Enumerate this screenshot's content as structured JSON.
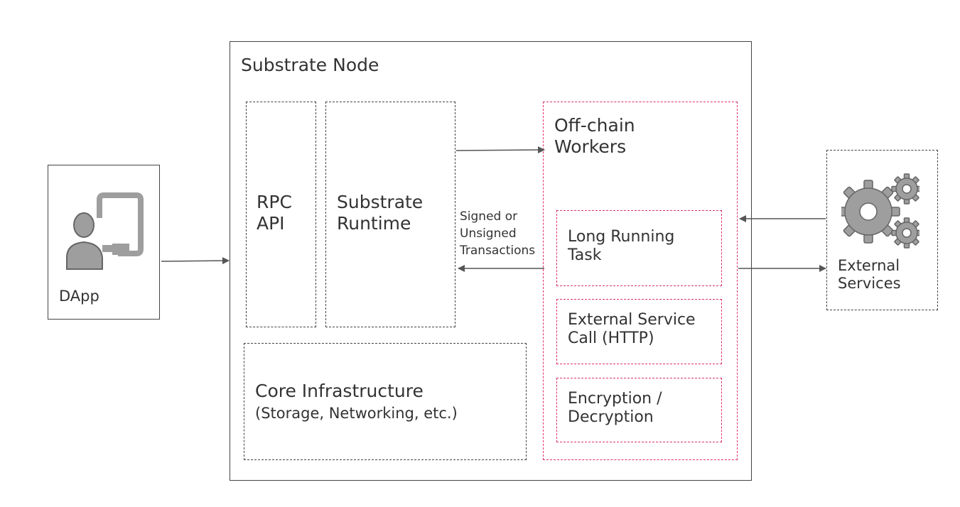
{
  "node": {
    "title": "Substrate Node"
  },
  "dapp": {
    "label": "DApp",
    "icon": "user-screen-icon"
  },
  "rpc": {
    "label": "RPC\nAPI"
  },
  "runtime": {
    "label": "Substrate\nRuntime"
  },
  "core": {
    "title": "Core Infrastructure",
    "subtitle": "(Storage, Networking, etc.)"
  },
  "ocw": {
    "title": "Off-chain\nWorkers",
    "tasks": [
      {
        "label": "Long Running\nTask"
      },
      {
        "label": "External Service\nCall (HTTP)"
      },
      {
        "label": "Encryption /\nDecryption"
      }
    ]
  },
  "external": {
    "label": "External\nServices",
    "icon": "gears-icon"
  },
  "arrows": {
    "transactions_label": "Signed or\nUnsigned\nTransactions"
  },
  "colors": {
    "border": "#444444",
    "ocw_border": "#e0306a",
    "icon_fill": "#9e9e9e",
    "arrow": "#555555"
  }
}
